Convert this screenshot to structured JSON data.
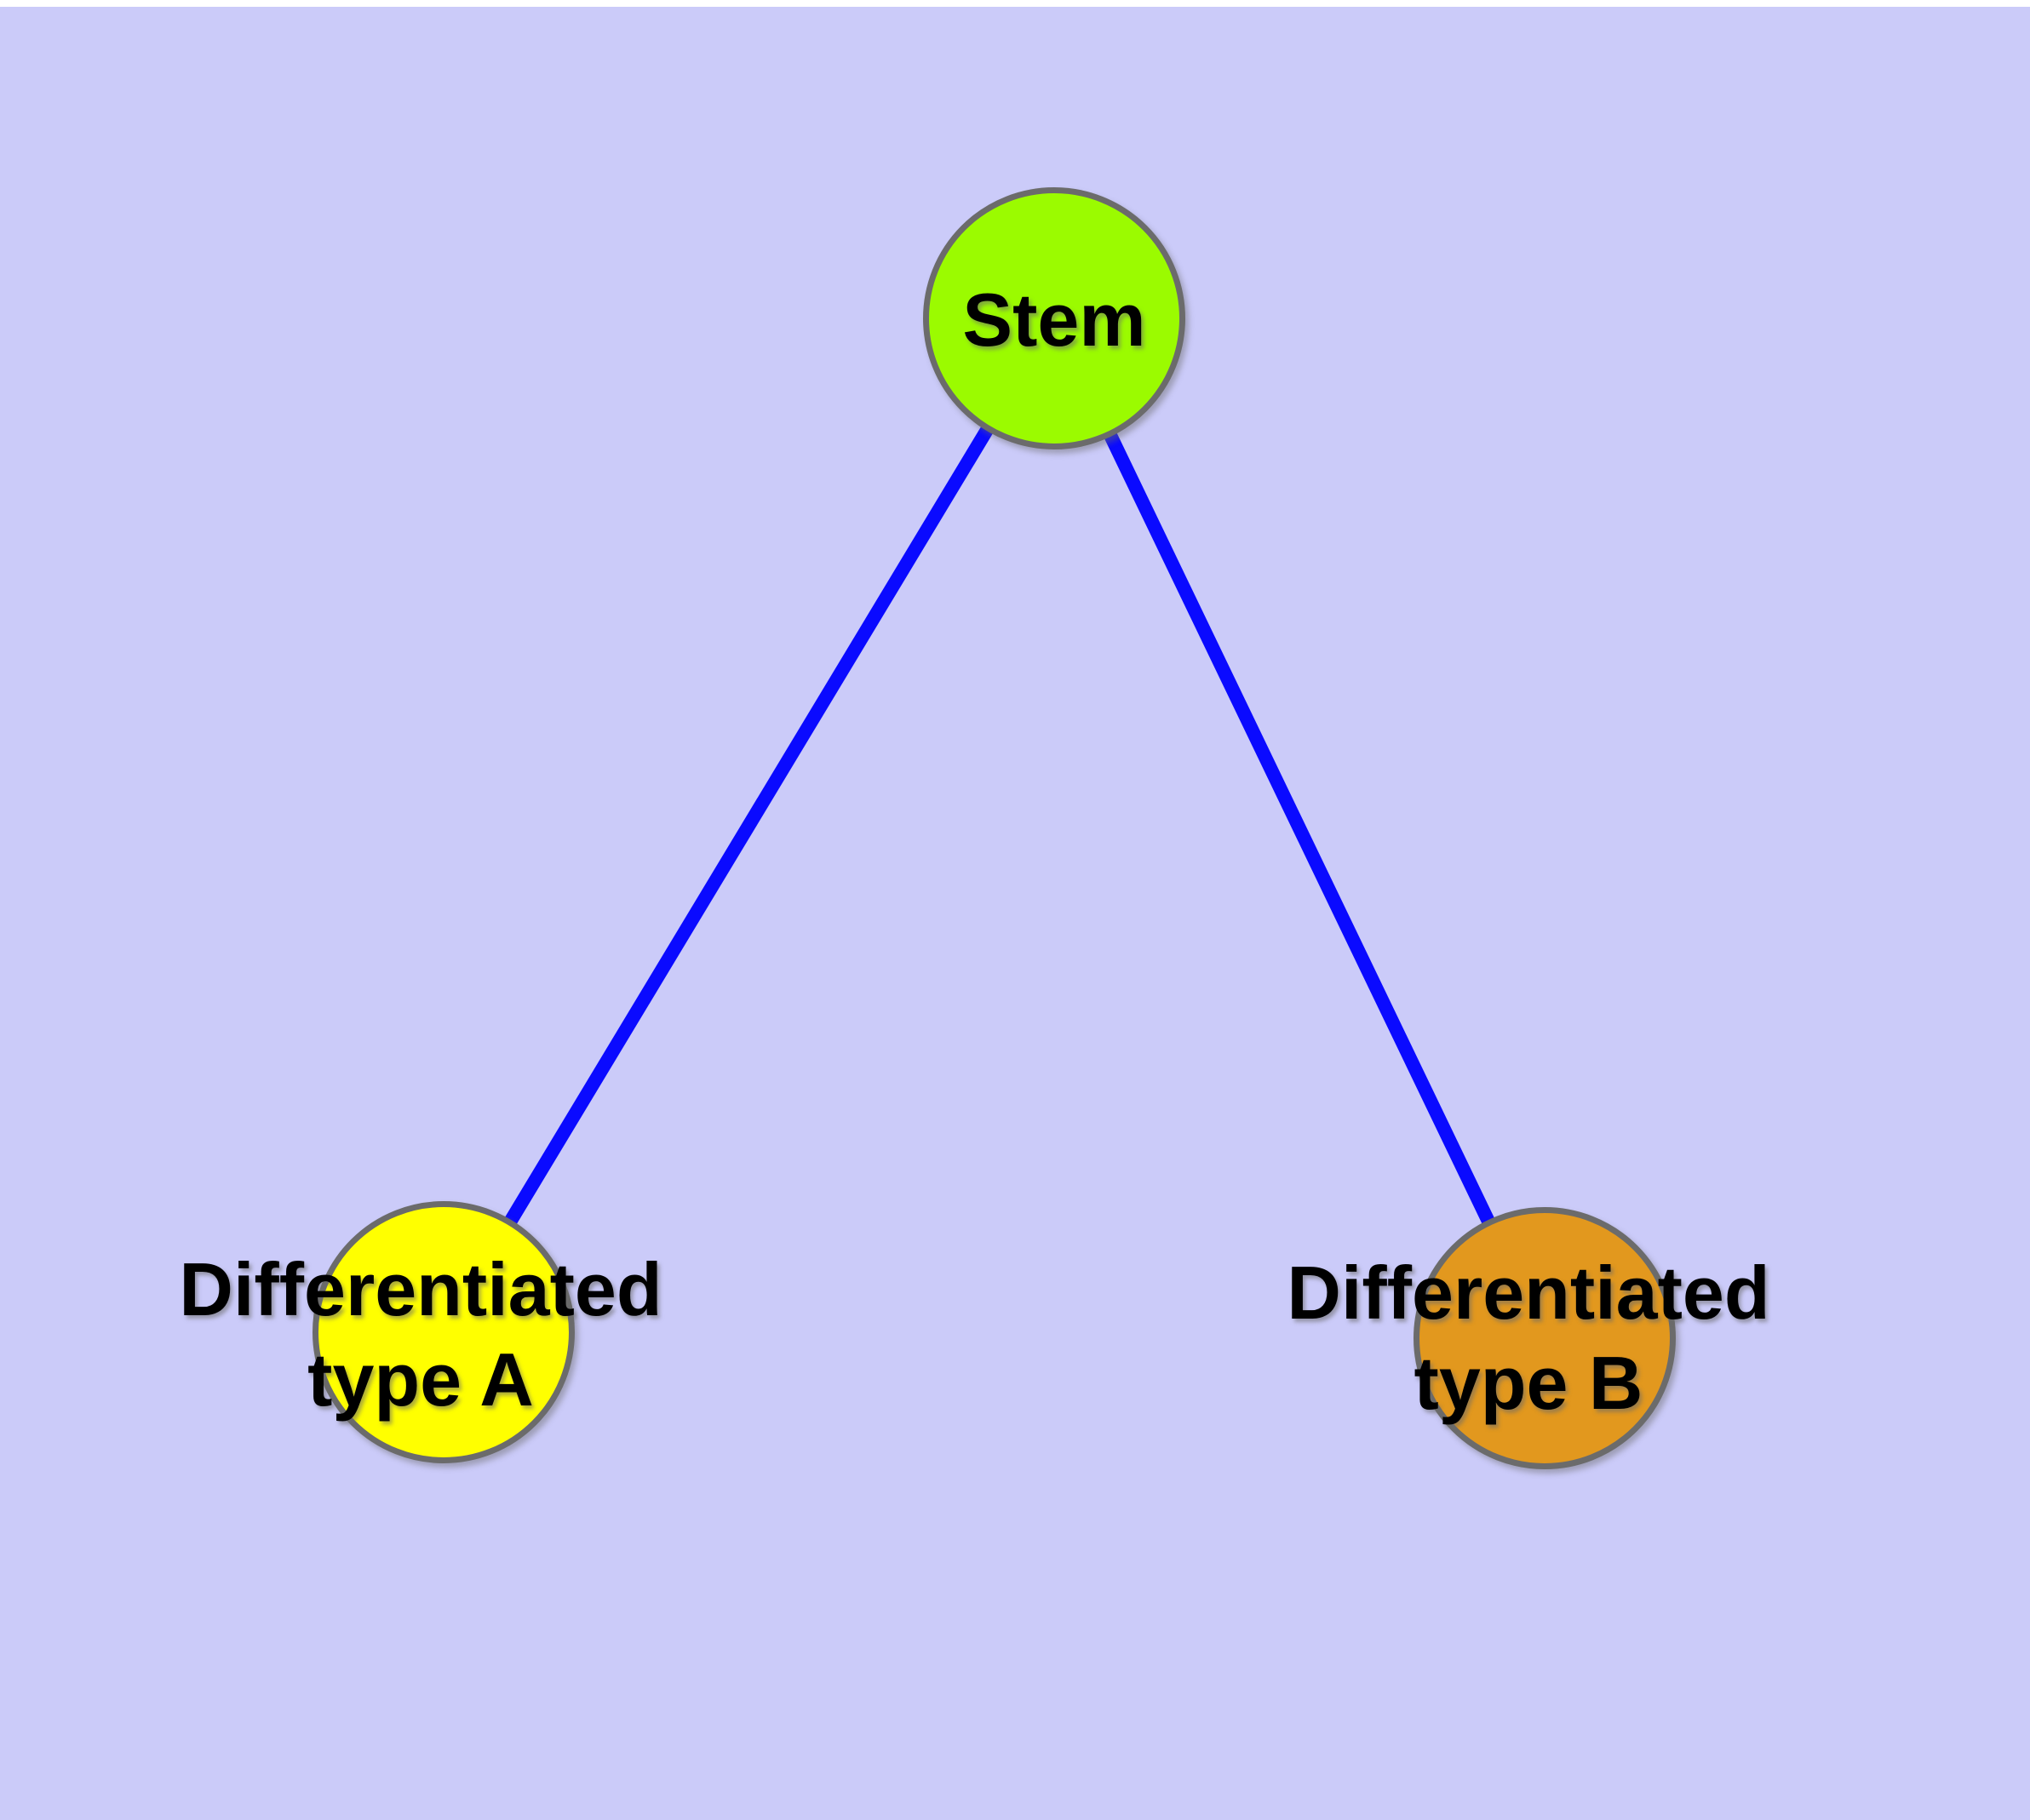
{
  "diagram": {
    "background_color": "#CBCBF9",
    "top_strip_color": "#FFFFFF",
    "edge_color": "#0A0AFF",
    "node_border_color": "#6B6B6B",
    "label_color": "#000000",
    "nodes": [
      {
        "id": "stem",
        "label": "Stem",
        "fill_color": "#9BFB00"
      },
      {
        "id": "differentiated-type-a",
        "label": "Differentiated\ntype A",
        "fill_color": "#FFFF00"
      },
      {
        "id": "differentiated-type-b",
        "label": "Differentiated\ntype B",
        "fill_color": "#E2981E"
      }
    ],
    "edges": [
      {
        "from": "stem",
        "to": "differentiated-type-a"
      },
      {
        "from": "stem",
        "to": "differentiated-type-b"
      }
    ]
  }
}
